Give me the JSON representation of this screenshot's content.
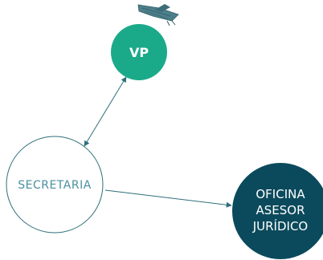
{
  "nodes": {
    "vp": {
      "label": "VP",
      "fill": "#1aaa8a"
    },
    "secretaria": {
      "label": "SECRETARIA",
      "stroke": "#2f6f7a"
    },
    "oficina": {
      "lines": [
        "OFICINA",
        "ASESOR",
        "JURÍDICO"
      ],
      "fill": "#0b4a5c"
    }
  },
  "edges": [
    {
      "from": "vp",
      "to": "secretaria",
      "arrows": "both"
    },
    {
      "from": "secretaria",
      "to": "oficina",
      "arrows": "end"
    }
  ],
  "icon": {
    "name": "desk-icon",
    "color": "#4d7f8a"
  },
  "colors": {
    "line": "#2f6f7a",
    "text_on_dark": "#ffffff",
    "text_outline_node": "#4a8fa0"
  }
}
